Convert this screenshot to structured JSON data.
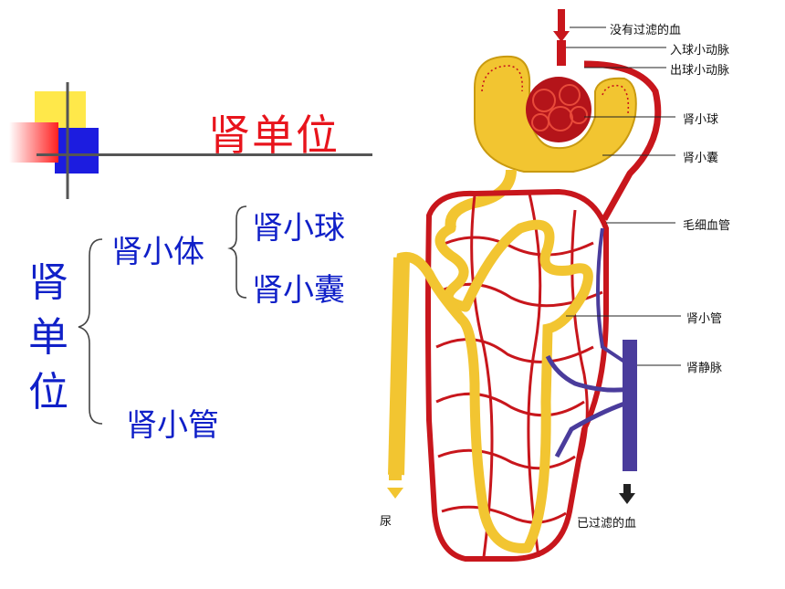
{
  "title": "肾单位",
  "tree": {
    "root_chars": [
      "肾",
      "单",
      "位"
    ],
    "renal_corpuscle": "肾小体",
    "glomerulus": "肾小球",
    "capsule": "肾小囊",
    "tubule": "肾小管"
  },
  "diagram_labels": {
    "unfiltered_blood": "没有过滤的血",
    "afferent_arteriole": "入球小动脉",
    "efferent_arteriole": "出球小动脉",
    "glomerulus": "肾小球",
    "capsule": "肾小囊",
    "capillary": "毛细血管",
    "tubule": "肾小管",
    "renal_vein": "肾静脉",
    "urine": "尿",
    "filtered_blood": "已过滤的血"
  },
  "colors": {
    "title": "#e8141c",
    "tree_text": "#1020c8",
    "artery": "#c8161c",
    "tubule": "#f0c020",
    "vein": "#4a3c9c"
  }
}
